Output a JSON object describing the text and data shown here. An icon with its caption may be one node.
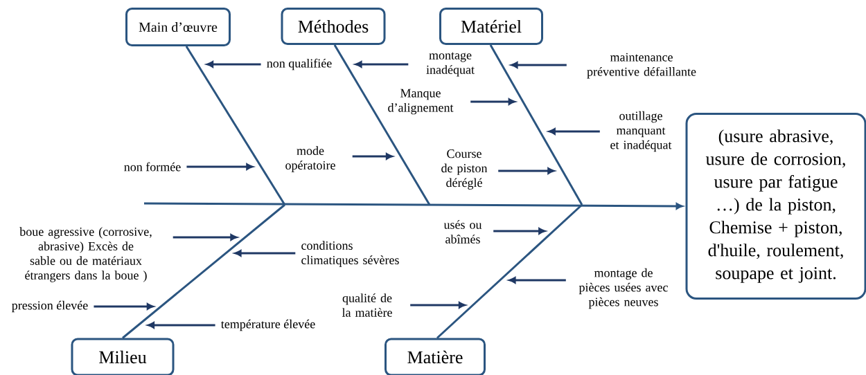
{
  "diagram": {
    "nodes": [
      {
        "text": [
          "Main d’œuvre"
        ]
      },
      {
        "text": [
          "Méthodes"
        ]
      },
      {
        "text": [
          "Matériel"
        ]
      },
      {
        "text": [
          "(usure abrasive, usure de corrosion, usure par fatigue …) de la piston, Chemise + piston, d'huile, roulement, soupape et joint."
        ]
      },
      {
        "text": [
          "Milieu"
        ]
      },
      {
        "text": [
          "Matière"
        ]
      },
      {
        "text": [
          "non qualifiée"
        ]
      },
      {
        "text": [
          "non formée"
        ]
      },
      {
        "text": [
          "montage inadéquat"
        ]
      },
      {
        "text": [
          "Manque d’alignement"
        ]
      },
      {
        "text": [
          "mode opératoire"
        ]
      },
      {
        "text": [
          "maintenance préventive défaillante"
        ]
      },
      {
        "text": [
          "outillage manquant et inadéquat"
        ]
      },
      {
        "text": [
          "Course de piston déréglé"
        ]
      },
      {
        "text": [
          "boue agressive (corrosive, abrasive) Excès de sable ou de matériaux étrangers dans la boue )"
        ]
      },
      {
        "text": [
          "conditions climatiques sévères"
        ]
      },
      {
        "text": [
          "pression élevée"
        ]
      },
      {
        "text": [
          "température élevée"
        ]
      },
      {
        "text": [
          "usés ou abîmés"
        ]
      },
      {
        "text": [
          "montage de pièces usées avec pièces neuves"
        ]
      },
      {
        "text": [
          "qualité de la matière"
        ]
      }
    ],
    "edges": [
      {
        "from": 0,
        "to": null,
        "arrow": "none"
      },
      {
        "from": 1,
        "to": null,
        "arrow": "none"
      },
      {
        "from": 2,
        "to": null,
        "arrow": "none"
      },
      {
        "from": 4,
        "to": null,
        "arrow": "none"
      },
      {
        "from": 5,
        "to": null,
        "arrow": "none"
      },
      {
        "from": null,
        "to": 3,
        "arrow": "to"
      },
      {
        "from": 6,
        "to": null,
        "arrow": "to"
      },
      {
        "from": 7,
        "to": null,
        "arrow": "to"
      },
      {
        "from": 8,
        "to": null,
        "arrow": "to"
      },
      {
        "from": 9,
        "to": null,
        "arrow": "to"
      },
      {
        "from": 10,
        "to": null,
        "arrow": "to"
      },
      {
        "from": 11,
        "to": null,
        "arrow": "to"
      },
      {
        "from": 12,
        "to": null,
        "arrow": "to"
      },
      {
        "from": 13,
        "to": null,
        "arrow": "to"
      },
      {
        "from": 14,
        "to": null,
        "arrow": "to"
      },
      {
        "from": 15,
        "to": null,
        "arrow": "to"
      },
      {
        "from": 16,
        "to": null,
        "arrow": "to"
      },
      {
        "from": 17,
        "to": null,
        "arrow": "to"
      },
      {
        "from": 18,
        "to": null,
        "arrow": "to"
      },
      {
        "from": 19,
        "to": null,
        "arrow": "to"
      },
      {
        "from": 20,
        "to": null,
        "arrow": "to"
      }
    ]
  }
}
